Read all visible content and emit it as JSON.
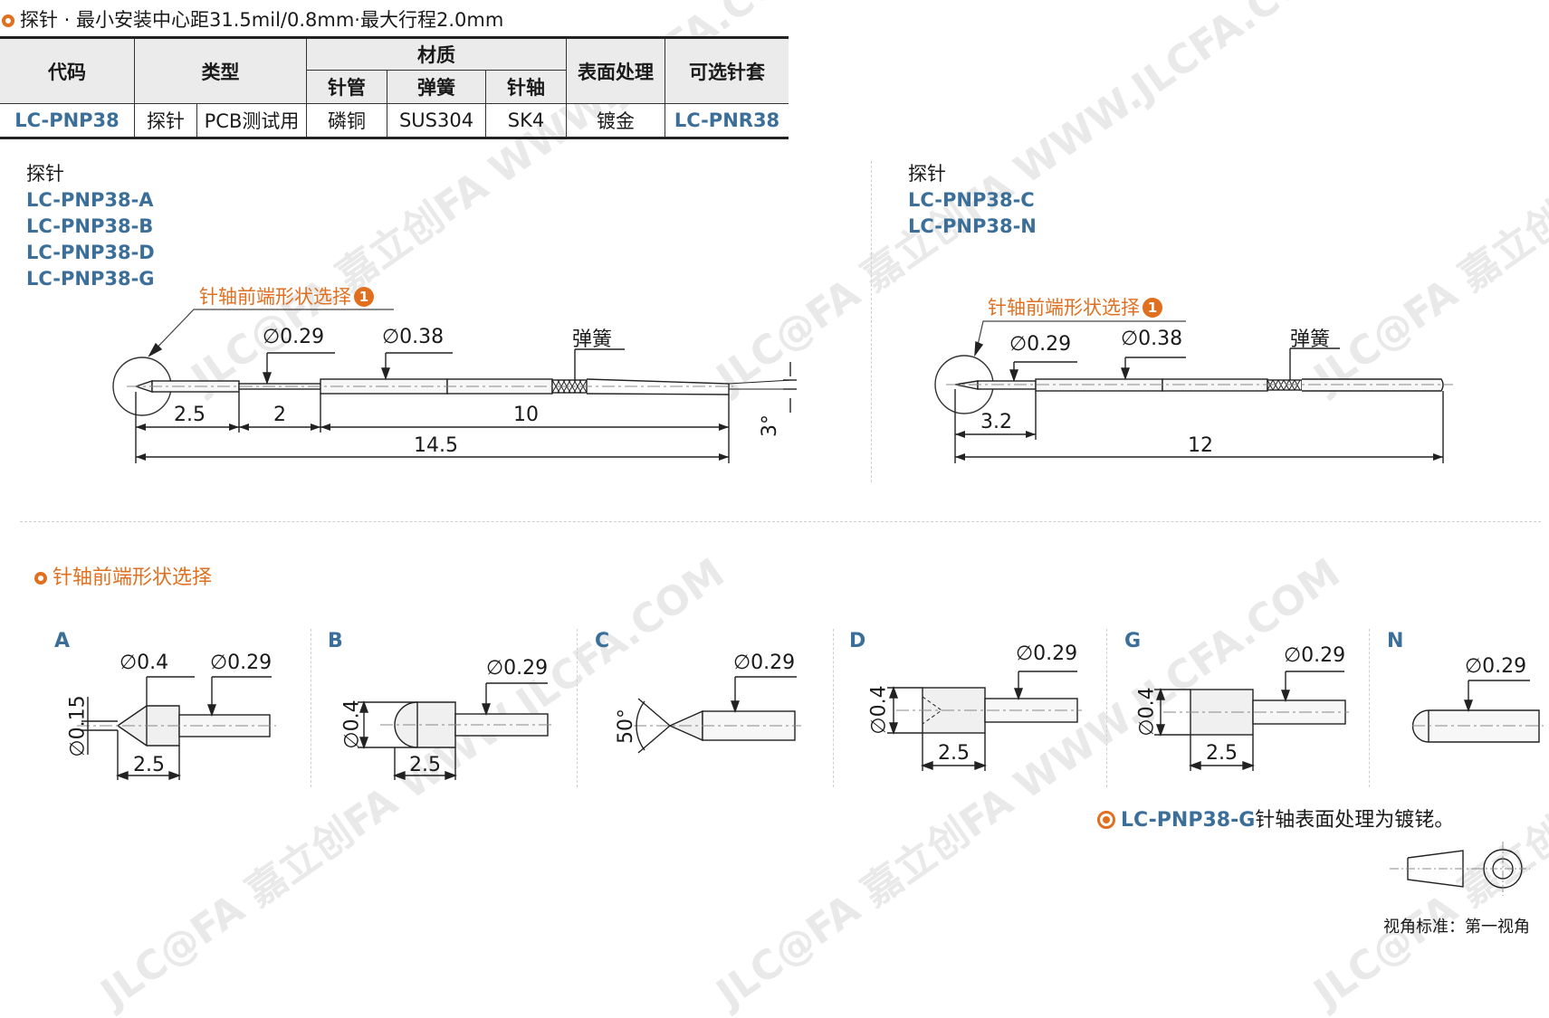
{
  "title": "探针 · 最小安装中心距31.5mil/0.8mm·最大行程2.0mm",
  "table": {
    "headers": {
      "code": "代码",
      "type": "类型",
      "material": "材质",
      "tube": "针管",
      "spring": "弹簧",
      "shaft": "针轴",
      "surface": "表面处理",
      "sleeve": "可选针套"
    },
    "row": {
      "code": "LC-PNP38",
      "type1": "探针",
      "type2": "PCB测试用",
      "tube": "磷铜",
      "spring": "SUS304",
      "shaft": "SK4",
      "surface": "镀金",
      "sleeve": "LC-PNR38"
    }
  },
  "left_probe": {
    "heading": "探针",
    "codes": [
      "LC-PNP38-A",
      "LC-PNP38-B",
      "LC-PNP38-D",
      "LC-PNP38-G"
    ],
    "callout": "针轴前端形状选择",
    "badge": "1",
    "dims": {
      "d029": "∅0.29",
      "d038": "∅0.38",
      "spring": "弹簧",
      "tip": "2.5",
      "mid": "2",
      "body": "10",
      "total": "14.5",
      "angle": "3°"
    }
  },
  "right_probe": {
    "heading": "探针",
    "codes": [
      "LC-PNP38-C",
      "LC-PNP38-N"
    ],
    "callout": "针轴前端形状选择",
    "badge": "1",
    "dims": {
      "d029": "∅0.29",
      "d038": "∅0.38",
      "spring": "弹簧",
      "tip": "3.2",
      "total": "12"
    }
  },
  "shape_section": {
    "title": "针轴前端形状选择",
    "A": {
      "letter": "A",
      "d_tip": "∅0.4",
      "d_shaft": "∅0.29",
      "d_small": "∅0.15",
      "len": "2.5"
    },
    "B": {
      "letter": "B",
      "d_shaft": "∅0.29",
      "d_head": "∅0.4",
      "len": "2.5"
    },
    "C": {
      "letter": "C",
      "d_shaft": "∅0.29",
      "angle": "50°"
    },
    "D": {
      "letter": "D",
      "d_shaft": "∅0.29",
      "d_head": "∅0.4",
      "len": "2.5"
    },
    "G": {
      "letter": "G",
      "d_shaft": "∅0.29",
      "d_head": "∅0.4",
      "len": "2.5"
    },
    "N": {
      "letter": "N",
      "d_shaft": "∅0.29"
    }
  },
  "note": {
    "code": "LC-PNP38-G",
    "text": "针轴表面处理为镀铑。"
  },
  "view_standard": "视角标准：第一视角",
  "watermark": "JLC@FA 嘉立创FA WWW.JLCFA.COM"
}
